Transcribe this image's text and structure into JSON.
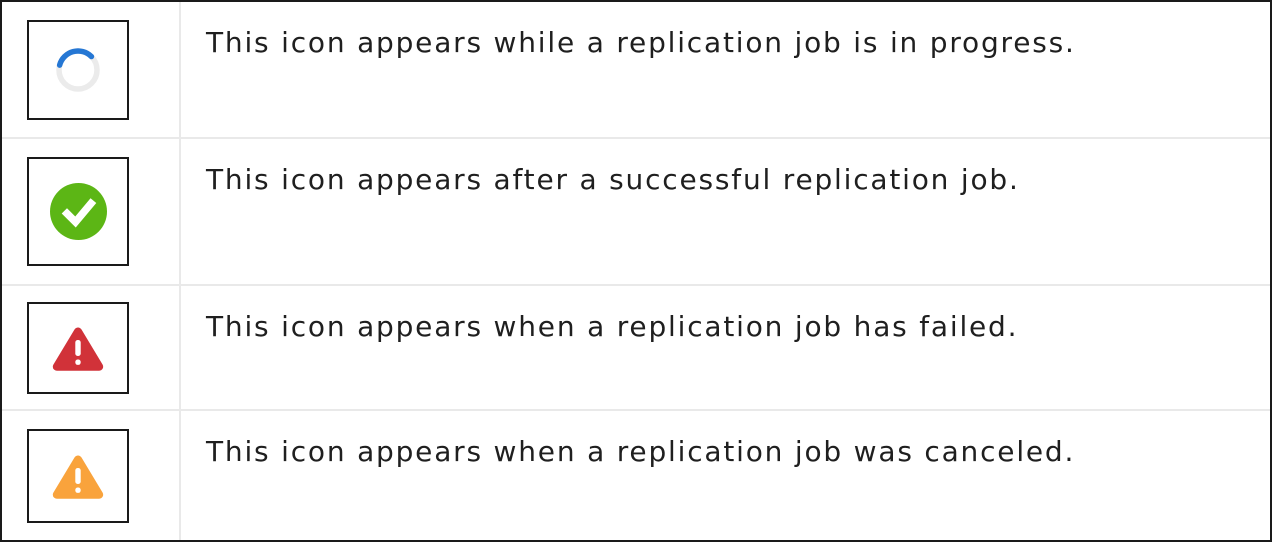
{
  "legend_table": {
    "rows": [
      {
        "icon": "in-progress-spinner",
        "description": "This icon appears while a replication job is in progress."
      },
      {
        "icon": "success-check",
        "description": "This icon appears after a successful replication job."
      },
      {
        "icon": "failed-warning",
        "description": "This icon appears when a replication job has failed."
      },
      {
        "icon": "canceled-warning",
        "description": "This icon appears when a replication job was canceled."
      }
    ]
  },
  "colors": {
    "spinner_arc_blue": "#2577d4",
    "spinner_track_gray": "#ebebeb",
    "success_green": "#5cb615",
    "failed_red": "#d13239",
    "canceled_orange": "#f9a33c",
    "icon_glyph_white": "#ffffff",
    "grid_line": "#e9e9e9",
    "border_dark": "#1a1a1a",
    "text": "#1f1f1f"
  }
}
